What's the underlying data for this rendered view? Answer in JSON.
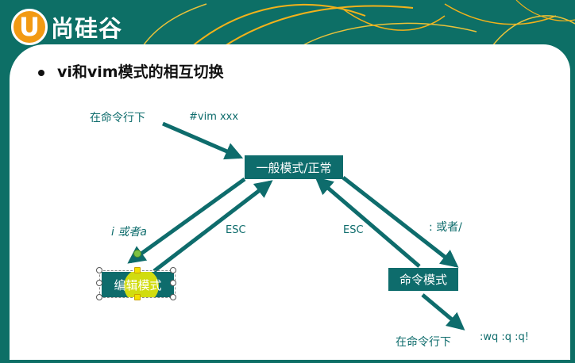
{
  "header": {
    "logo_letter": "U",
    "logo_text": "尚硅谷"
  },
  "slide": {
    "title": "vi和vim模式的相互切换"
  },
  "diagram": {
    "nodes": {
      "normal": "一般模式/正常",
      "edit": "编辑模式",
      "command": "命令模式"
    },
    "labels": {
      "cmdline_top": "在命令行下",
      "vim_cmd": "#vim  xxx",
      "i_or_a": "i 或者a",
      "esc_left": "ESC",
      "esc_right": "ESC",
      "colon_slash": ": 或者/",
      "cmdline_bottom": "在命令行下",
      "quit_cmds": ":wq  :q   :q!"
    }
  },
  "colors": {
    "accent": "#0e6c6c",
    "background": "#0d6f66",
    "logo": "#f29a13"
  }
}
